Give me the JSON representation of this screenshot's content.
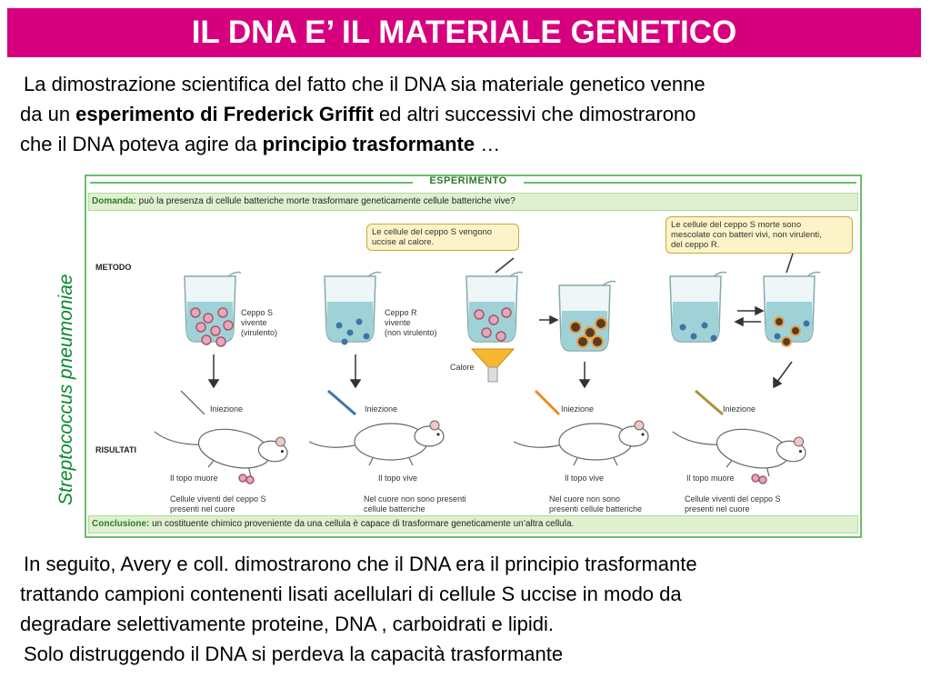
{
  "title": "IL DNA E’ IL MATERIALE GENETICO",
  "intro": {
    "line1": "La dimostrazione scientifica del fatto che il DNA sia materiale genetico venne",
    "line2_a": "da un ",
    "line2_b": "esperimento di Frederick Griffit",
    "line2_c": " ed altri successivi che dimostrarono",
    "line3_a": "che il DNA poteva agire da ",
    "line3_b": "principio trasformante",
    "line3_c": " …"
  },
  "side_label": "Streptococcus pneumoniae",
  "figure": {
    "header": "ESPERIMENTO",
    "question_label": "Domanda:",
    "question_text": " può la presenza di cellule batteriche morte trasformare geneticamente cellule batteriche vive?",
    "method_label": "METODO",
    "results_label": "RISULTATI",
    "callout_heat": [
      "Le cellule del ceppo S vengono",
      "uccise al calore."
    ],
    "callout_mix": [
      "Le cellule del ceppo S morte sono",
      "mescolate con batteri vivi, non virulenti,",
      "del ceppo R."
    ],
    "beaker1": [
      "Ceppo S",
      "vivente",
      "(virulento)"
    ],
    "beaker2": [
      "Ceppo R",
      "vivente",
      "(non virulento)"
    ],
    "heat_label": "Calore",
    "injection": [
      "Iniezione",
      "Iniezione",
      "Iniezione",
      "Iniezione"
    ],
    "outcomes": [
      "Il topo muore",
      "Il topo vive",
      "Il topo vive",
      "Il topo muore"
    ],
    "findings": [
      [
        "Cellule viventi del ceppo S",
        "presenti nel cuore"
      ],
      [
        "Nel cuore non sono presenti",
        "cellule batteriche"
      ],
      [
        "Nel cuore non sono",
        "presenti cellule batteriche"
      ],
      [
        "Cellule viventi del ceppo S",
        "presenti nel cuore"
      ]
    ],
    "conclusion_label": "Conclusione:",
    "conclusion_text": " un costituente chimico proveniente da una cellula è capace di trasformare geneticamente un’altra cellula."
  },
  "outro": {
    "line1": "In seguito, Avery e coll. dimostrarono che il DNA era il principio trasformante",
    "line2": "trattando campioni contenenti lisati acellulari di cellule S uccise in modo da",
    "line3": "degradare selettivamente proteine, DNA , carboidrati e lipidi.",
    "line4": "Solo distruggendo il DNA si perdeva la capacità trasformante"
  },
  "colors": {
    "title_bg": "#d6007f",
    "accent_green": "#0a8a2c",
    "box_green": "#dff0cf"
  }
}
